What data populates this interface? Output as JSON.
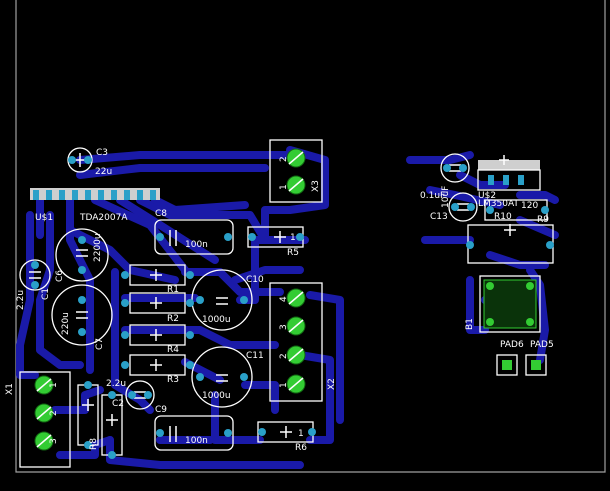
{
  "colors": {
    "background": "#000000",
    "trace": "#1a1aa8",
    "pad": "#2aa0c8",
    "via": "#33cc33",
    "silk": "#ffffff",
    "outline": "#a0a0a0"
  },
  "labels": {
    "c3": "C3",
    "c3_val": "22u",
    "us1": "U$1",
    "tda": "TDA2007A",
    "c8": "C8",
    "c8_val": "100n",
    "r5": "R5",
    "r5_pin": "1",
    "c6": "C6",
    "c6_val": "2200u",
    "c1_val": "2.2u",
    "c1": "C1",
    "r1": "R1",
    "r2": "R2",
    "r4": "R4",
    "r3": "R3",
    "c10": "C10",
    "c10_val": "1000u",
    "c11": "C11",
    "c11_val": "1000u",
    "c7": "C7",
    "c7_val": "220u",
    "x1": "X1",
    "x1_pins": [
      "1",
      "2",
      "3"
    ],
    "c2_val": "2.2u",
    "c2": "C2",
    "r8": "R8",
    "c9": "C9",
    "c9_val": "100n",
    "r6": "R6",
    "r6_pin": "1",
    "x2": "X2",
    "x2_pins": [
      "4",
      "3",
      "2",
      "1"
    ],
    "x3": "X3",
    "x3_pins": [
      "2",
      "1"
    ],
    "c12_val": "0.1uF",
    "us2": "U$2",
    "lm": "LM350AT",
    "c13": "C13",
    "c13_val": "10uF",
    "r9": "R9",
    "r10": "R10",
    "r10_val": "120",
    "b1": "B1",
    "pad6": "PAD6",
    "pad5": "PAD5"
  }
}
